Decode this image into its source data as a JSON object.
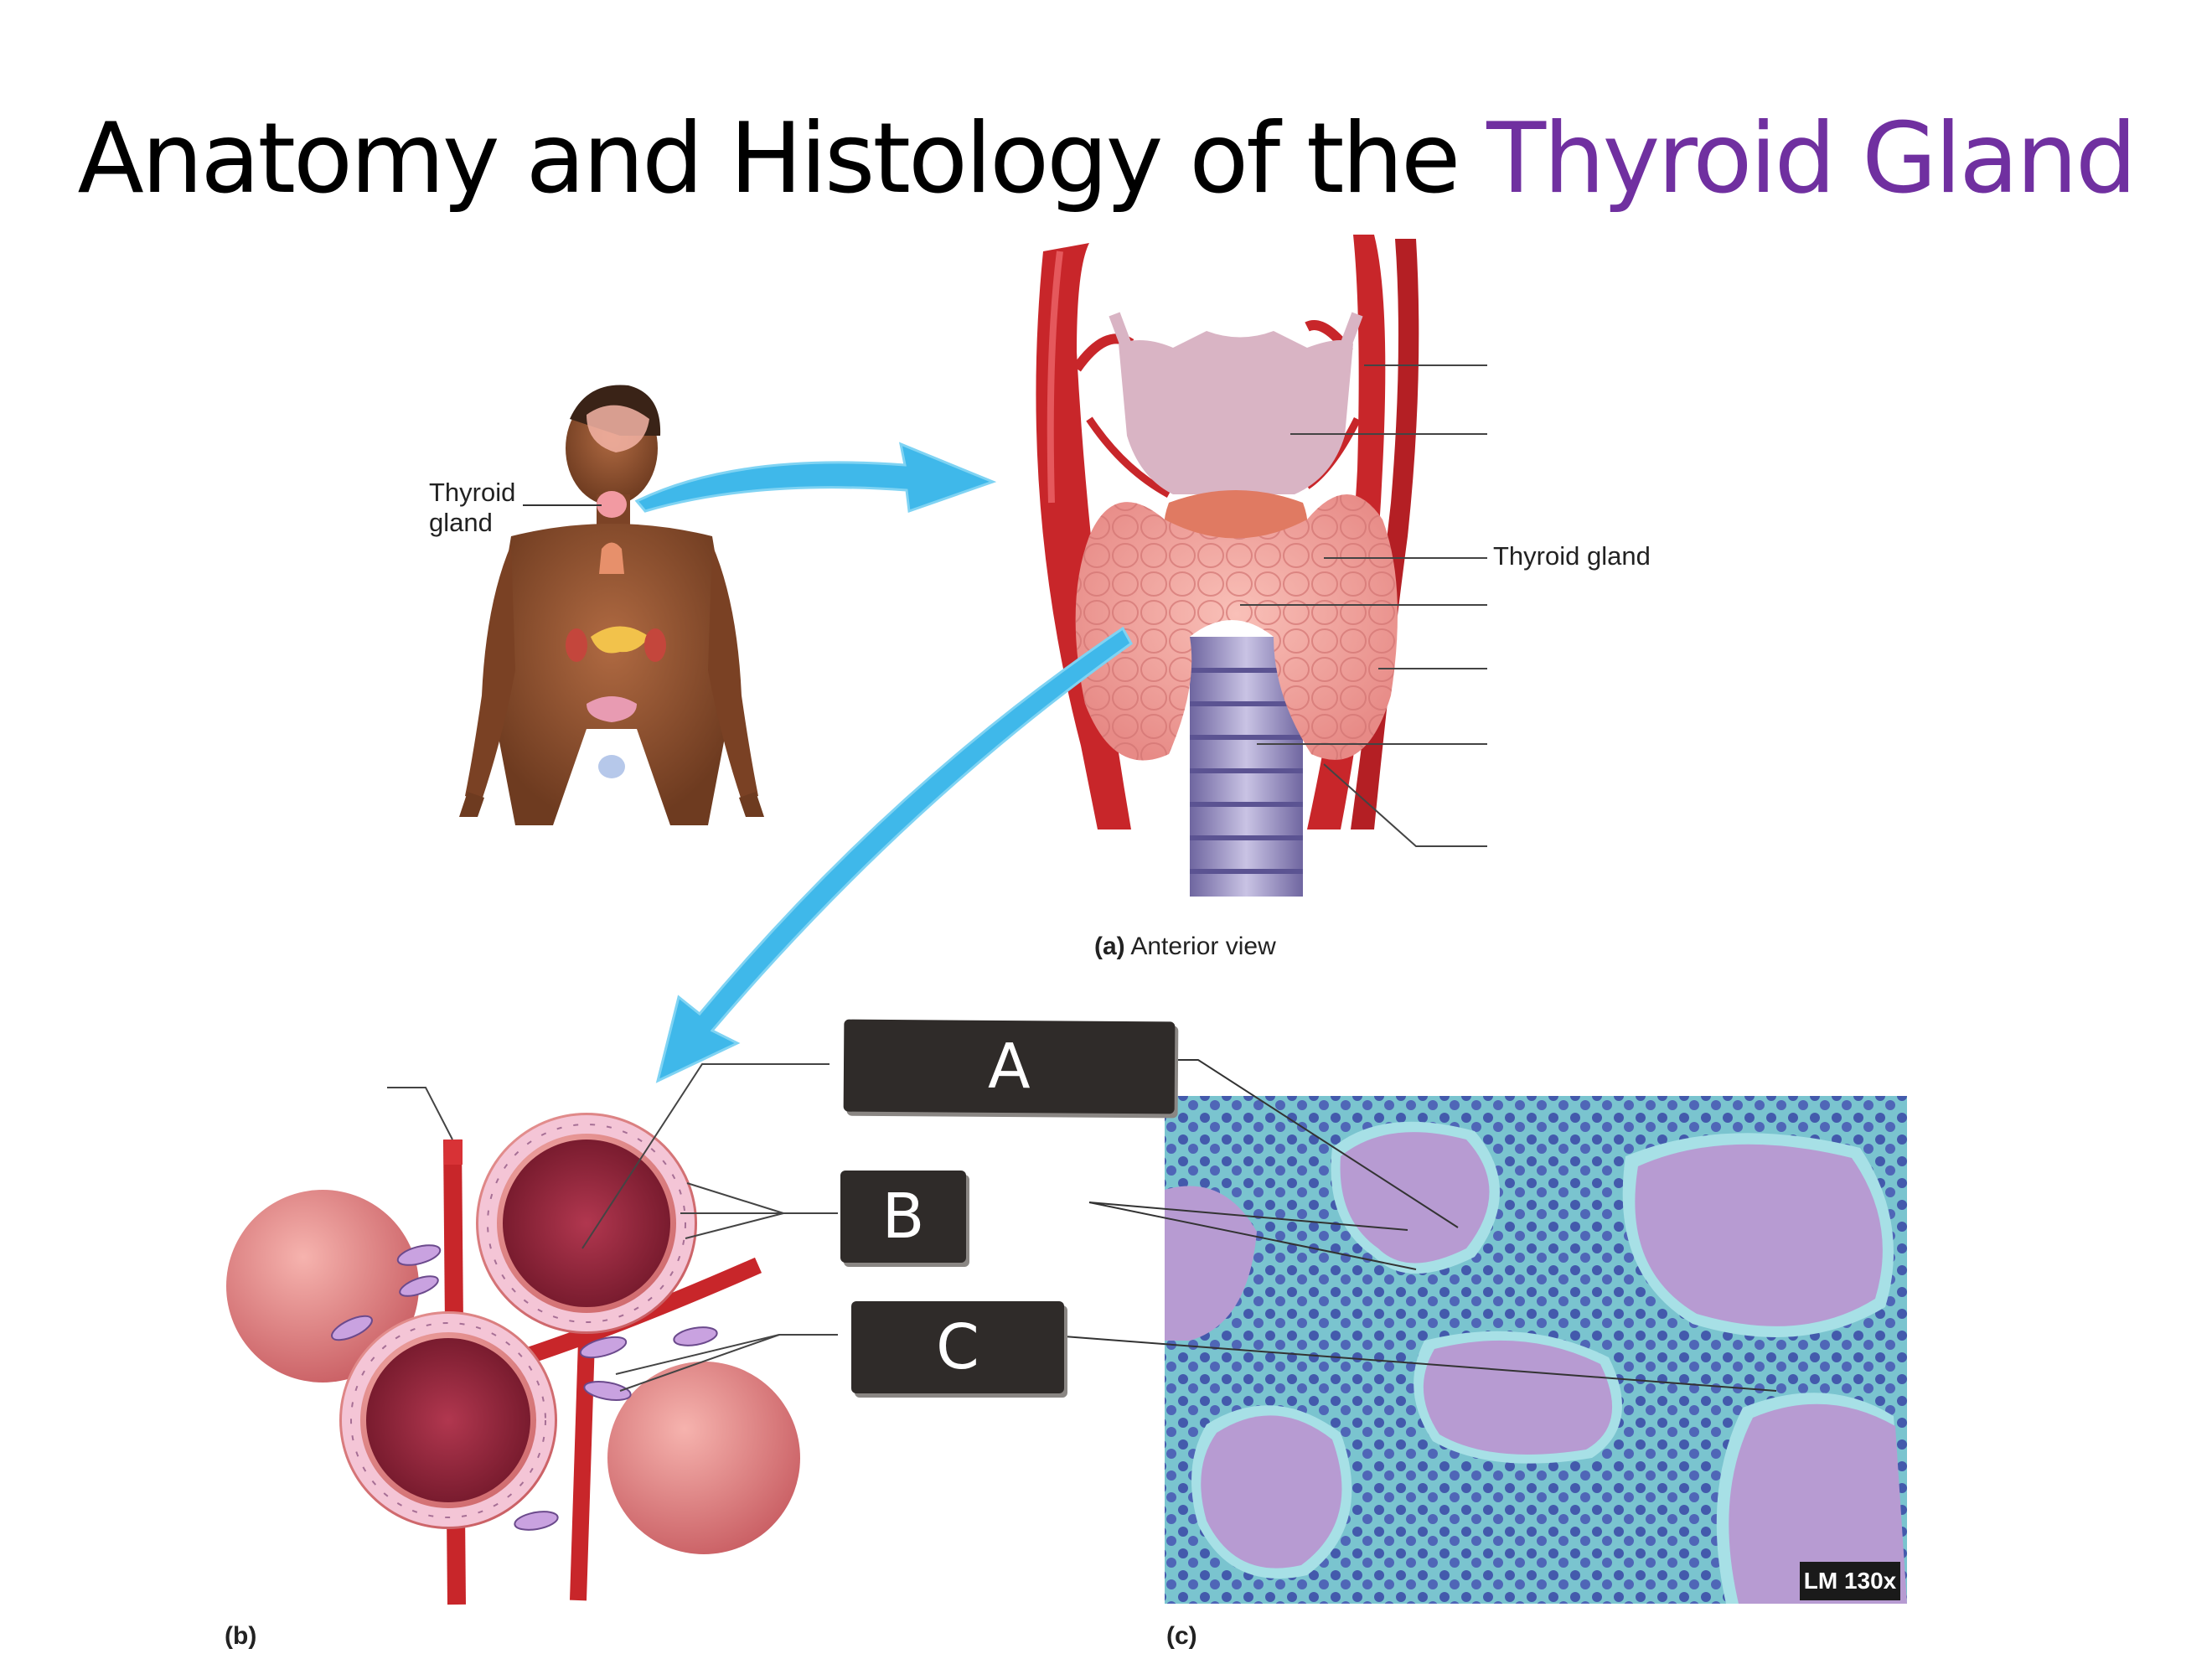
{
  "title": {
    "prefix": "Anatomy and Histology of the ",
    "highlight": "Thyroid Gland"
  },
  "colors": {
    "title_accent": "#7030a0",
    "arrow": "#3fb8ea",
    "artery": "#c8262a",
    "thyroid": "#f2a3a0",
    "cartilage": "#d9b4c4",
    "trachea": "#8e84b8",
    "follicle": "#e38787",
    "colloid": "#8a2038",
    "histology_bg": "#7ac4cf",
    "histology_colloid": "#b79bd2",
    "label_box": "#2f2b29"
  },
  "figure_a": {
    "left_label_line1": "Thyroid",
    "left_label_line2": "gland",
    "right_label": "Thyroid gland",
    "caption_bold": "(a)",
    "caption_text": " Anterior view"
  },
  "figure_b": {
    "caption": "(b)"
  },
  "figure_c": {
    "caption": "(c)",
    "magnification": "LM 130x"
  },
  "label_boxes": [
    {
      "letter": "A"
    },
    {
      "letter": "B"
    },
    {
      "letter": "C"
    }
  ]
}
